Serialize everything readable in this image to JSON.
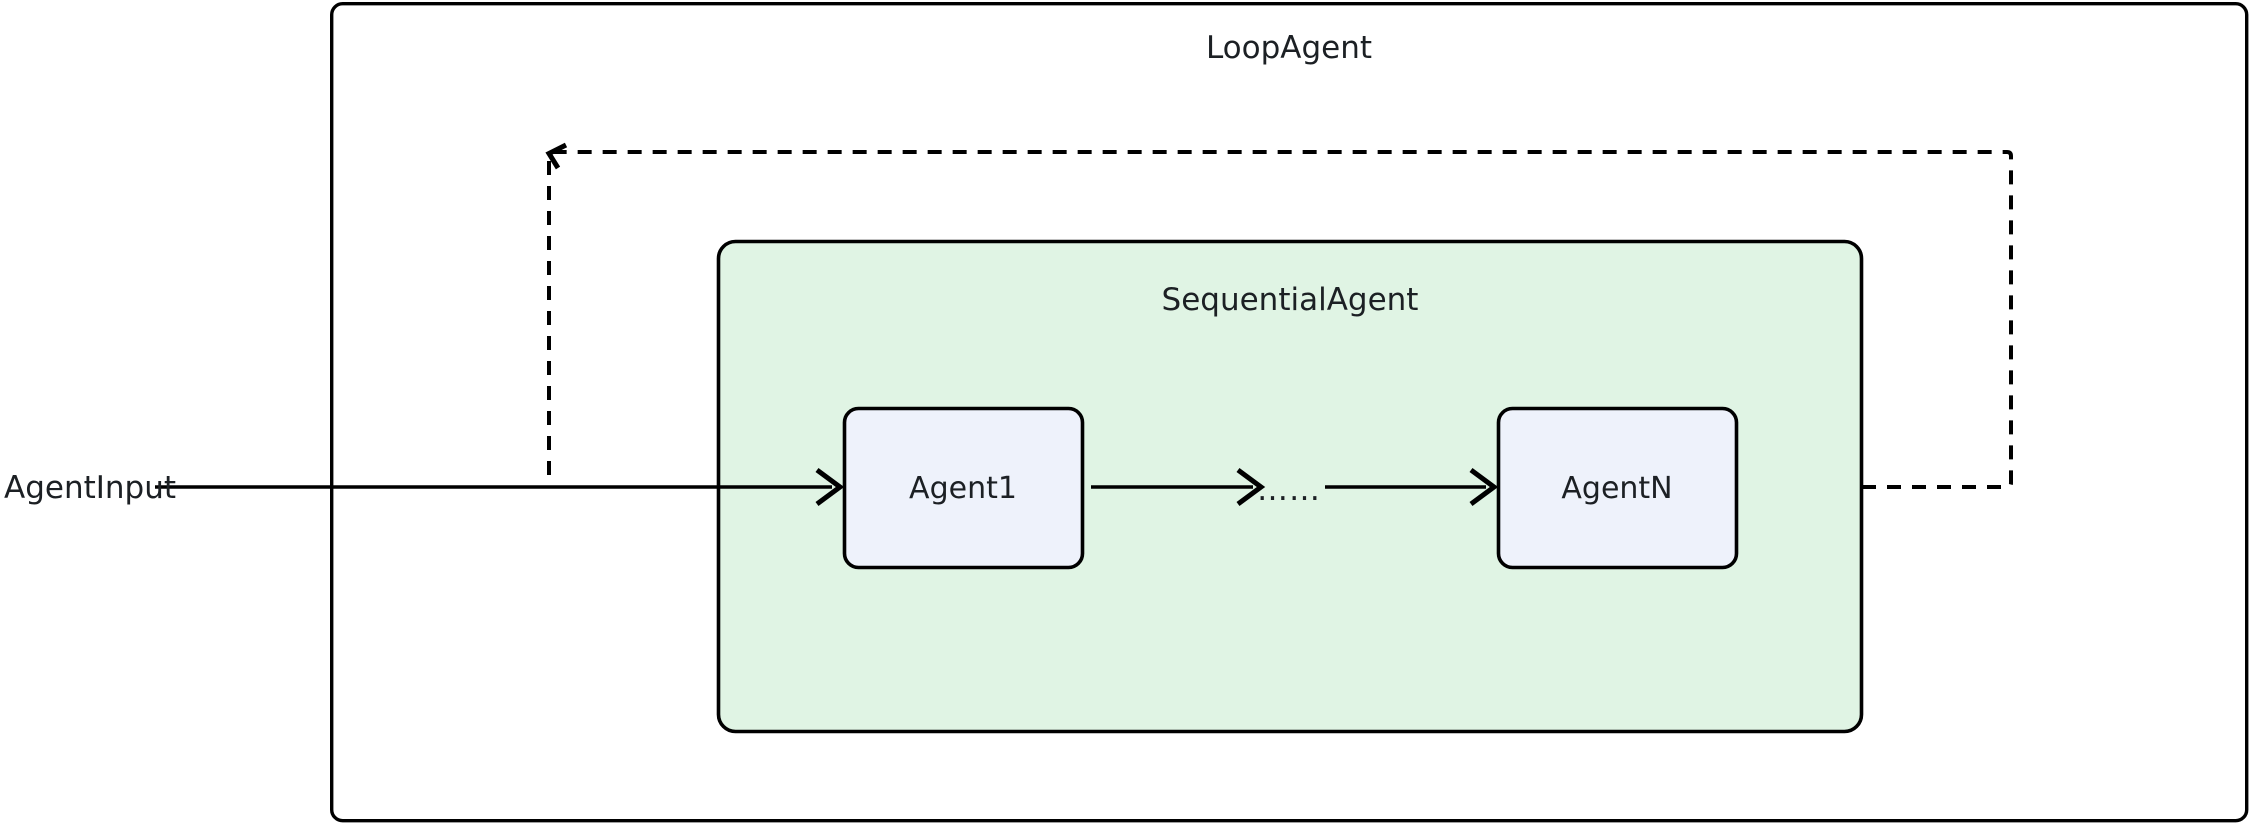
{
  "diagram": {
    "title": "LoopAgent",
    "type": "agent-orchestration-flow",
    "outer_container": {
      "label": "LoopAgent",
      "label_position": "top-center",
      "border_style": "solid",
      "fill_color": "#ffffff",
      "border_color": "#000000"
    },
    "inner_container": {
      "label": "SequentialAgent",
      "label_position": "top-center",
      "border_style": "solid",
      "fill_color": "#e0f4e4",
      "border_color": "#000000"
    },
    "input": {
      "label": "AgentInput"
    },
    "nodes": [
      {
        "id": "agent1",
        "label": "Agent1",
        "fill_color": "#eef2fb",
        "border_color": "#000000"
      },
      {
        "id": "agentN",
        "label": "AgentN",
        "fill_color": "#eef2fb",
        "border_color": "#000000"
      }
    ],
    "ellipsis": {
      "label": "……"
    },
    "edges": [
      {
        "id": "input-to-agent1",
        "from": "AgentInput",
        "to": "Agent1",
        "style": "solid",
        "arrow": "open-v"
      },
      {
        "id": "agent1-to-ellipsis",
        "from": "Agent1",
        "to": "……",
        "style": "solid",
        "arrow": "open-v"
      },
      {
        "id": "ellipsis-to-agentN",
        "from": "……",
        "to": "AgentN",
        "style": "solid",
        "arrow": "open-v"
      },
      {
        "id": "loop-back",
        "from": "AgentN",
        "to": "SequentialAgent",
        "style": "dashed",
        "arrow": "open-v",
        "description": "loop-back-edge"
      }
    ]
  }
}
